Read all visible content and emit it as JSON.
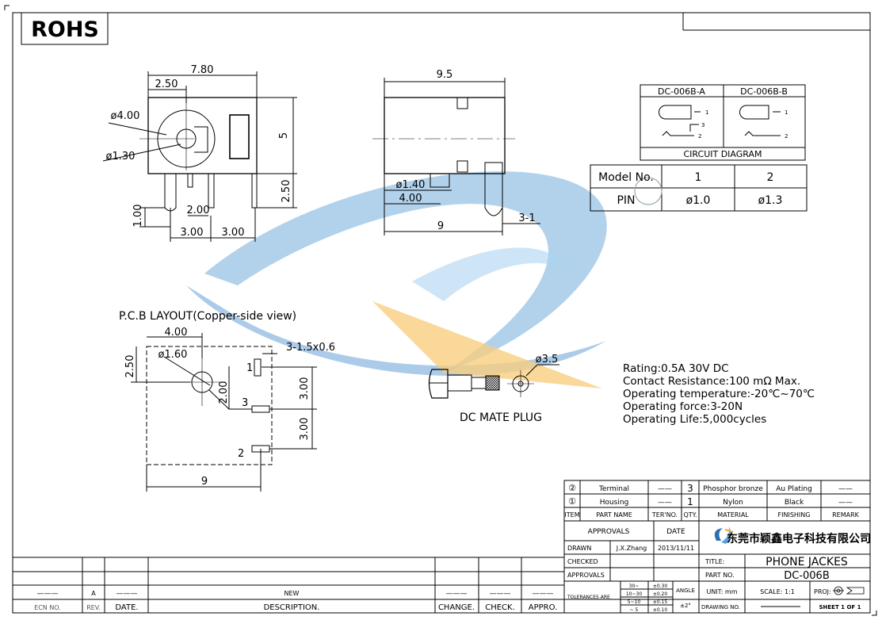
{
  "rohs": "ROHS",
  "front_view": {
    "width": "7.80",
    "offset": "2.50",
    "hole_dia": "ø4.00",
    "pin_dia": "ø1.30",
    "height": "5",
    "pin_len": "2.50",
    "foot": "1.00",
    "pin_gap": "2.00",
    "pitch_a": "3.00",
    "pitch_b": "3.00"
  },
  "side_view": {
    "length": "9.5",
    "pin_dia": "ø1.40",
    "pin_pos": "4.00",
    "base": "9",
    "pin_note": "3-1"
  },
  "circuit": {
    "col_a": "DC-006B-A",
    "col_b": "DC-006B-B",
    "caption": "CIRCUIT DIAGRAM",
    "pins_a": [
      "1",
      "3",
      "2"
    ],
    "pins_b": [
      "1",
      "2"
    ]
  },
  "model_table": {
    "header": [
      "Model No.",
      "1",
      "2"
    ],
    "row": [
      "PIN",
      "ø1.0",
      "ø1.3"
    ]
  },
  "pcb": {
    "title": "P.C.B LAYOUT(Copper-side view)",
    "width": "4.00",
    "offset": "2.50",
    "hole": "ø1.60",
    "slots": "3-1.5x0.6",
    "gap": "2.00",
    "pitch_a": "3.00",
    "pitch_b": "3.00",
    "base": "9",
    "pins": [
      "1",
      "3",
      "2"
    ]
  },
  "plug": {
    "dia": "ø3.5",
    "label": "DC MATE PLUG"
  },
  "specs": [
    "Rating:0.5A 30V DC",
    "Contact Resistance:100 mΩ Max.",
    "Operating temperature:-20℃~70℃",
    "Operating force:3-20N",
    "Operating Life:5,000cycles"
  ],
  "bom": {
    "rows": [
      {
        "item": "②",
        "name": "Terminal",
        "no": "——",
        "qty": "3",
        "material": "Phosphor bronze",
        "finishing": "Au Plating",
        "remark": "——"
      },
      {
        "item": "①",
        "name": "Housing",
        "no": "——",
        "qty": "1",
        "material": "Nylon",
        "finishing": "Black",
        "remark": "——"
      }
    ],
    "header": {
      "item": "ITEM",
      "name": "PART NAME",
      "no": "TER'NO.",
      "qty": "QTY.",
      "material": "MATERIAL",
      "finishing": "FINISHING",
      "remark": "REMARK"
    }
  },
  "title_block": {
    "approvals": "APPROVALS",
    "date": "DATE",
    "drawn": "DRAWN",
    "drawn_by": "J.X.Zhang",
    "drawn_date": "2013/11/11",
    "checked": "CHECKED",
    "approvals2": "APPROVALS",
    "company": "东莞市颖鑫电子科技有限公司",
    "title_lbl": "TITLE:",
    "title": "PHONE JACKES",
    "part_lbl": "PART NO.",
    "part": "DC-006B",
    "tol_lbl": "TOLERANCES ARE",
    "tol_ranges": [
      "30~",
      "10~30",
      "5~10",
      "~ 5"
    ],
    "tol_values": [
      "±0.30",
      "±0.20",
      "±0.15",
      "±0.10"
    ],
    "angle_lbl": "ANGLE",
    "angle": "±2°",
    "unit": "UNIT: mm",
    "scale": "SCALE: 1:1",
    "proj": "PROJ:",
    "drawing_no": "DRAWING NO.",
    "sheet": "SHEET 1 OF 1"
  },
  "revision": {
    "dash": "———",
    "rev": "A",
    "desc": "NEW",
    "headers": [
      "ECN NO.",
      "REV.",
      "DATE.",
      "DESCRIPTION.",
      "CHANGE.",
      "CHECK.",
      "APPRO."
    ]
  }
}
